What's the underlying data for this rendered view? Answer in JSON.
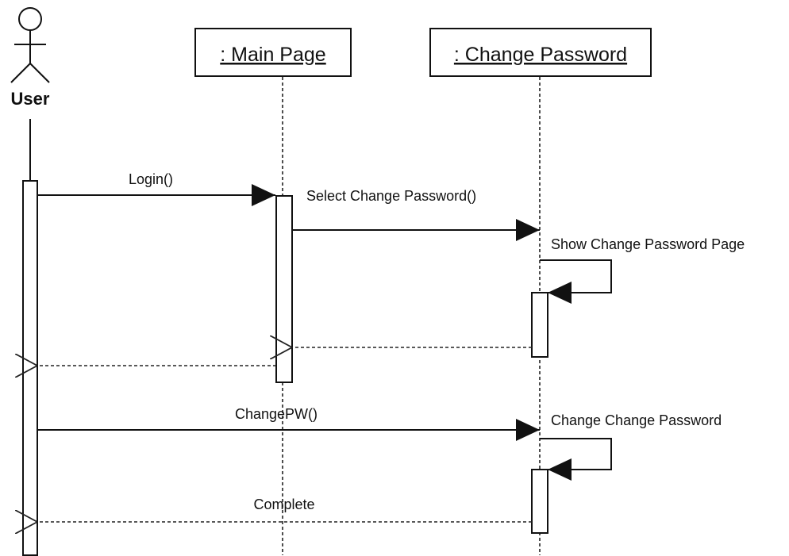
{
  "actor": {
    "label": "User"
  },
  "lifelines": [
    {
      "id": "main",
      "label": ": Main Page"
    },
    {
      "id": "change",
      "label": ": Change Password"
    }
  ],
  "messages": [
    {
      "id": "m1",
      "label": "Login()",
      "from": "User",
      "to": ": Main Page",
      "kind": "sync"
    },
    {
      "id": "m2",
      "label": "Select Change Password()",
      "from": ": Main Page",
      "to": ": Change Password",
      "kind": "sync"
    },
    {
      "id": "m3",
      "label": "Show Change Password Page",
      "from": ": Change Password",
      "to": ": Change Password",
      "kind": "self"
    },
    {
      "id": "m4",
      "label": "",
      "from": ": Change Password",
      "to": ": Main Page",
      "kind": "return"
    },
    {
      "id": "m5",
      "label": "",
      "from": ": Main Page",
      "to": "User",
      "kind": "return"
    },
    {
      "id": "m6",
      "label": "ChangePW()",
      "from": "User",
      "to": ": Change Password",
      "kind": "sync"
    },
    {
      "id": "m7",
      "label": "Change Change Password",
      "from": ": Change Password",
      "to": ": Change Password",
      "kind": "self"
    },
    {
      "id": "m8",
      "label": "Complete",
      "from": ": Change Password",
      "to": "User",
      "kind": "return"
    }
  ]
}
